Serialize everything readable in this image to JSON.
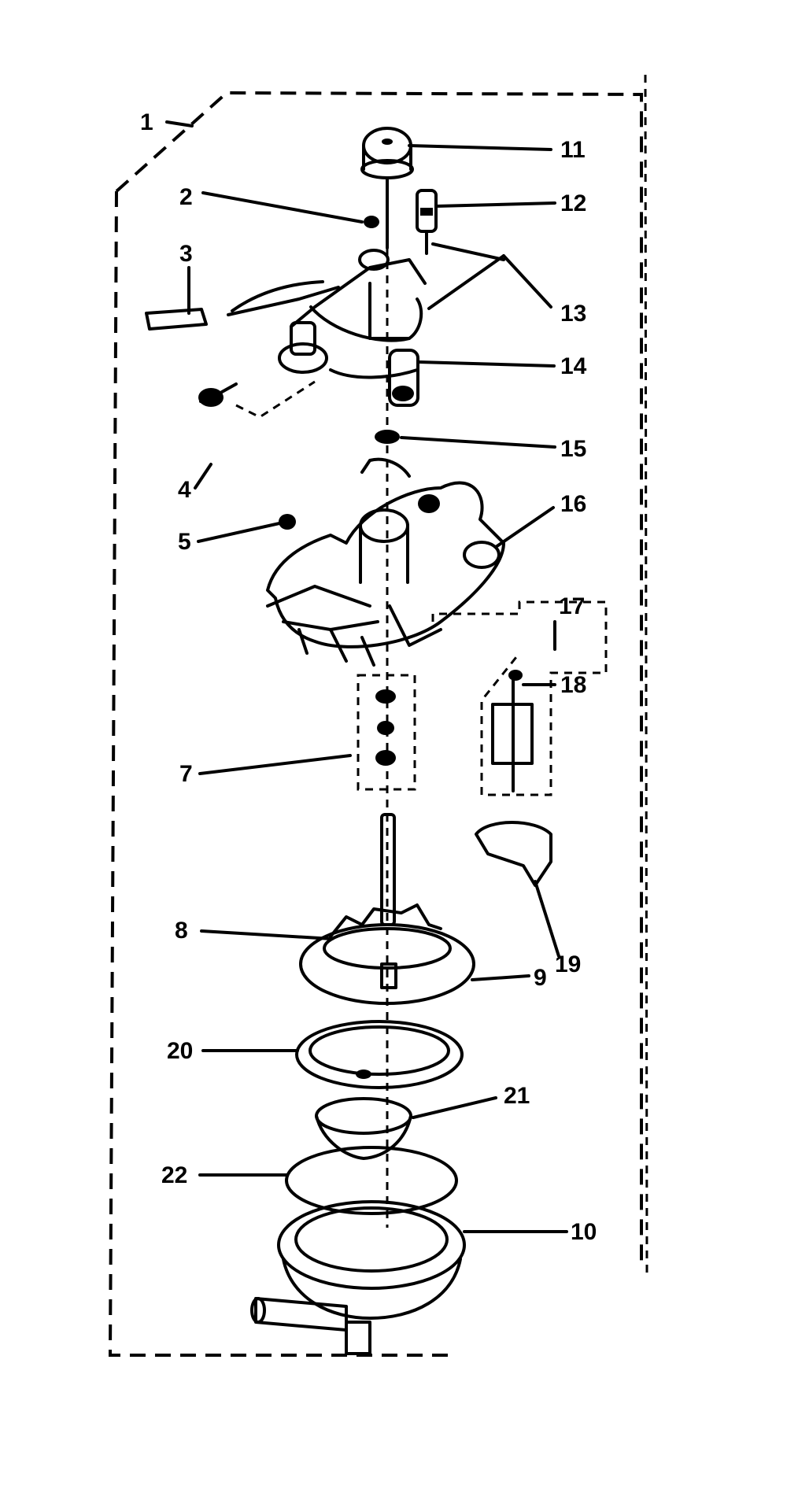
{
  "diagram": {
    "callouts": [
      {
        "id": "1",
        "label": "1"
      },
      {
        "id": "2",
        "label": "2"
      },
      {
        "id": "3",
        "label": "3"
      },
      {
        "id": "4",
        "label": "4"
      },
      {
        "id": "5",
        "label": "5"
      },
      {
        "id": "7",
        "label": "7"
      },
      {
        "id": "8",
        "label": "8"
      },
      {
        "id": "9",
        "label": "9"
      },
      {
        "id": "10",
        "label": "10"
      },
      {
        "id": "11",
        "label": "11"
      },
      {
        "id": "12",
        "label": "12"
      },
      {
        "id": "13",
        "label": "13"
      },
      {
        "id": "14",
        "label": "14"
      },
      {
        "id": "15",
        "label": "15"
      },
      {
        "id": "16",
        "label": "16"
      },
      {
        "id": "17",
        "label": "17"
      },
      {
        "id": "18",
        "label": "18"
      },
      {
        "id": "19",
        "label": "19"
      },
      {
        "id": "20",
        "label": "20"
      },
      {
        "id": "21",
        "label": "21"
      },
      {
        "id": "22",
        "label": "22"
      }
    ],
    "colors": {
      "ink": "#000000",
      "paper": "#ffffff"
    }
  }
}
